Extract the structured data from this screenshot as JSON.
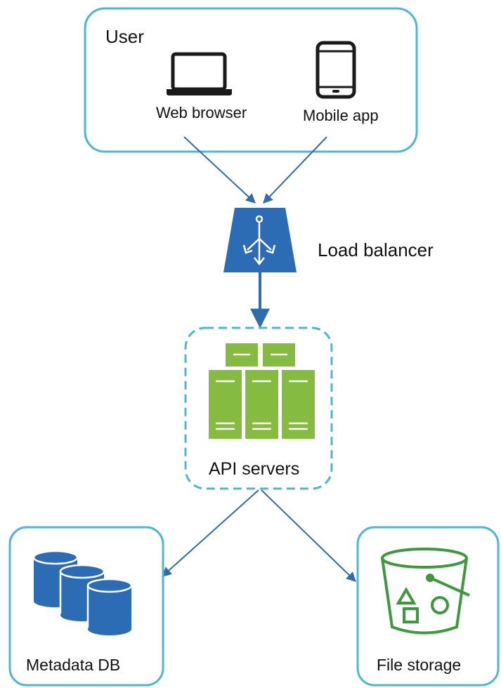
{
  "user": {
    "title": "User",
    "web_browser_label": "Web browser",
    "mobile_app_label": "Mobile app"
  },
  "load_balancer": {
    "label": "Load balancer"
  },
  "api_servers": {
    "label": "API servers"
  },
  "metadata_db": {
    "label": "Metadata DB"
  },
  "file_storage": {
    "label": "File storage"
  },
  "colors": {
    "box_border": "#4cb8d1",
    "arrow": "#2e6eae",
    "load_balancer": "#2b6cb4",
    "server": "#85bb3f",
    "database": "#2b6cb4",
    "bucket": "#3c9a3c",
    "device": "#1a1a1a"
  }
}
